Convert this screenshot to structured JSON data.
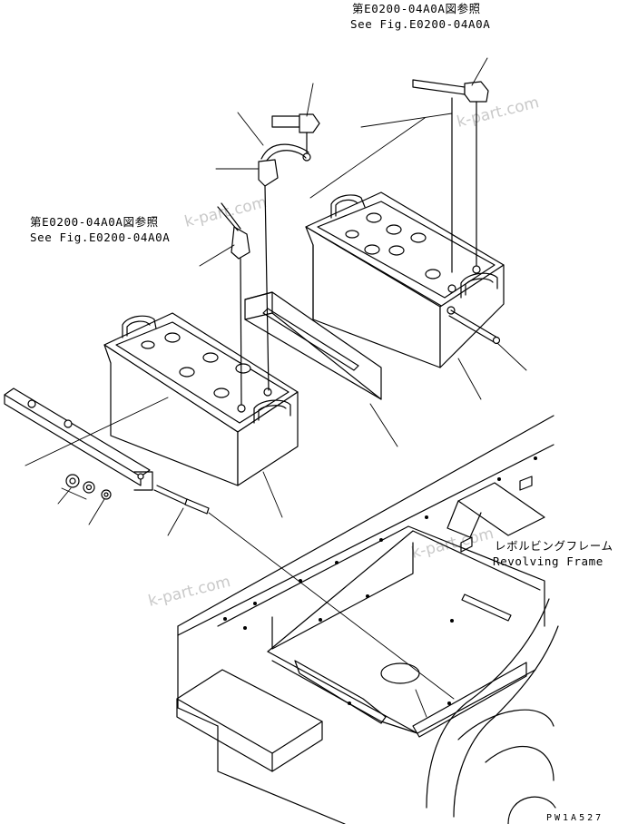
{
  "references": [
    {
      "jp": "第E0200-04A0A図参照",
      "en": "See Fig.E0200-04A0A"
    },
    {
      "jp": "第E0200-04A0A図参照",
      "en": "See Fig.E0200-04A0A"
    }
  ],
  "frame_label": {
    "jp": "レボルビングフレーム",
    "en": "Revolving Frame"
  },
  "watermarks": [
    "k-part.com",
    "k-part.com",
    "k-part.com",
    "k-part.com"
  ],
  "drawing_code": "PW1A527"
}
